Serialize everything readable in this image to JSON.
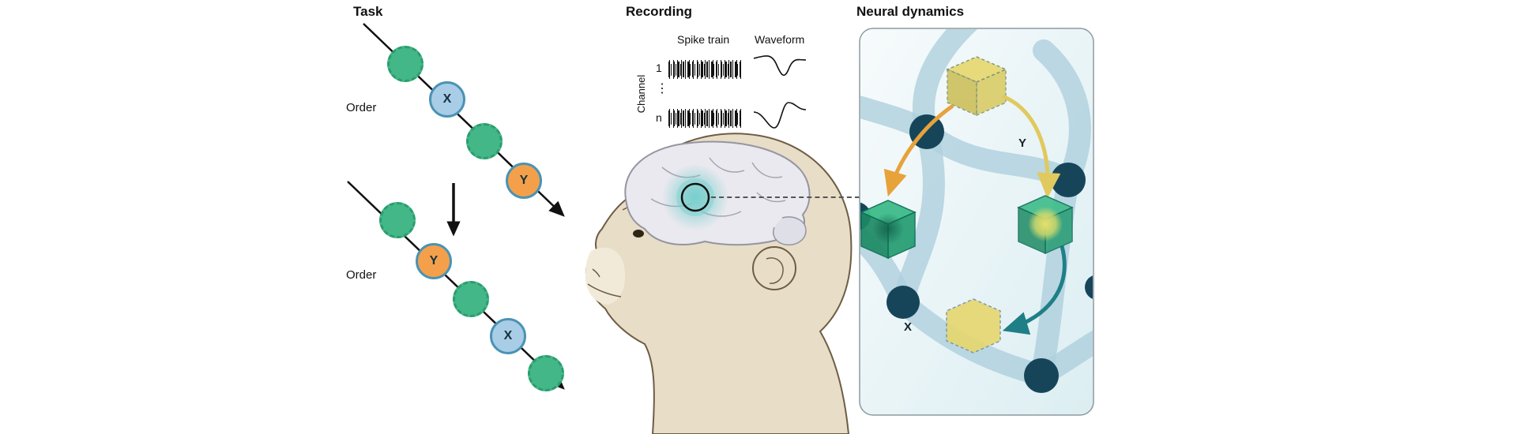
{
  "task": {
    "title": "Task",
    "sequence1": {
      "order_label": "Order",
      "item_x": "X",
      "item_y": "Y"
    },
    "sequence2": {
      "order_label": "Order",
      "item_y": "Y",
      "item_x": "X"
    }
  },
  "recording": {
    "title": "Recording",
    "spike_train_label": "Spike train",
    "waveform_label": "Waveform",
    "channel_axis_label": "Channel",
    "channel_first": "1",
    "channel_ellipsis": "⋮",
    "channel_last": "n"
  },
  "neural_dynamics": {
    "title": "Neural dynamics",
    "label_y": "Y",
    "label_x": "X"
  },
  "colors": {
    "task_green": "#43b787",
    "task_blue": "#a9cde6",
    "task_orange": "#f4a04b",
    "node_teal": "#16455a",
    "ribbon_blue": "#aecfdd",
    "cube_green": "#2fae7c",
    "cube_yellow": "#e6d76e",
    "arrow_orange": "#e8a23a",
    "arrow_teal": "#1f7f86",
    "glow_teal": "#6fccca",
    "monkey_fur": "#e8ddc7",
    "brain_gray": "#e9e9ef"
  }
}
